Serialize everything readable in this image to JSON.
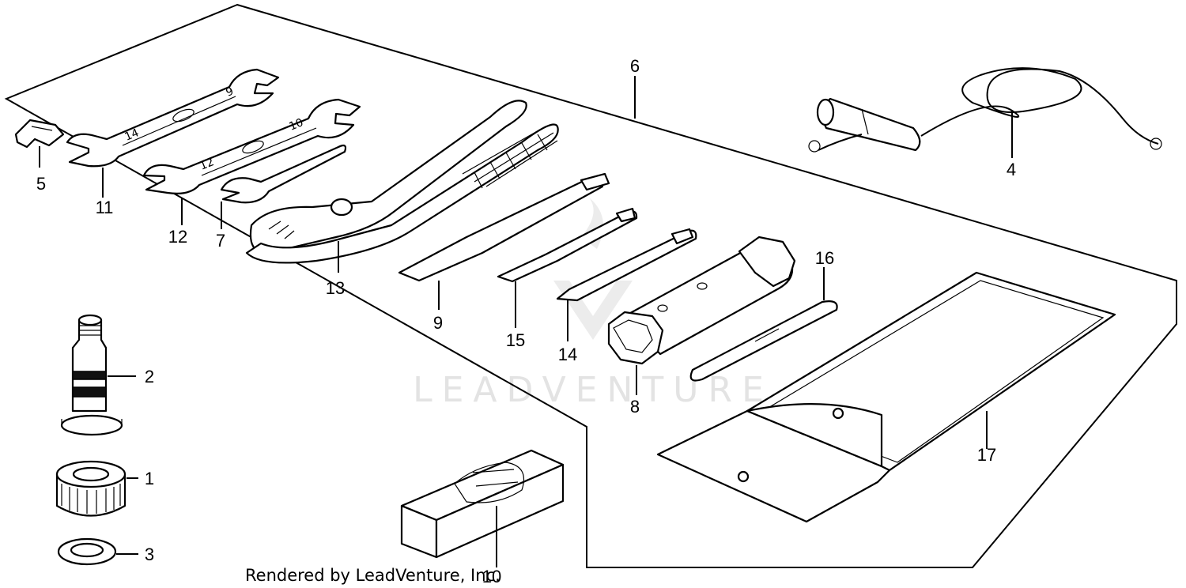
{
  "watermark": "LEADVENTURE",
  "credit": "Rendered by LeadVenture, Inc.",
  "wrench_markings": {
    "wrench_11": "14",
    "wrench_12": "12",
    "wrench_12_small": "10",
    "wrench_11_small": "9"
  },
  "callouts": {
    "p1": "1",
    "p2": "2",
    "p3": "3",
    "p4": "4",
    "p5": "5",
    "p6": "6",
    "p7": "7",
    "p8": "8",
    "p9": "9",
    "p10": "10",
    "p11": "11",
    "p12": "12",
    "p13": "13",
    "p14": "14",
    "p15": "15",
    "p16": "16",
    "p17": "17"
  }
}
